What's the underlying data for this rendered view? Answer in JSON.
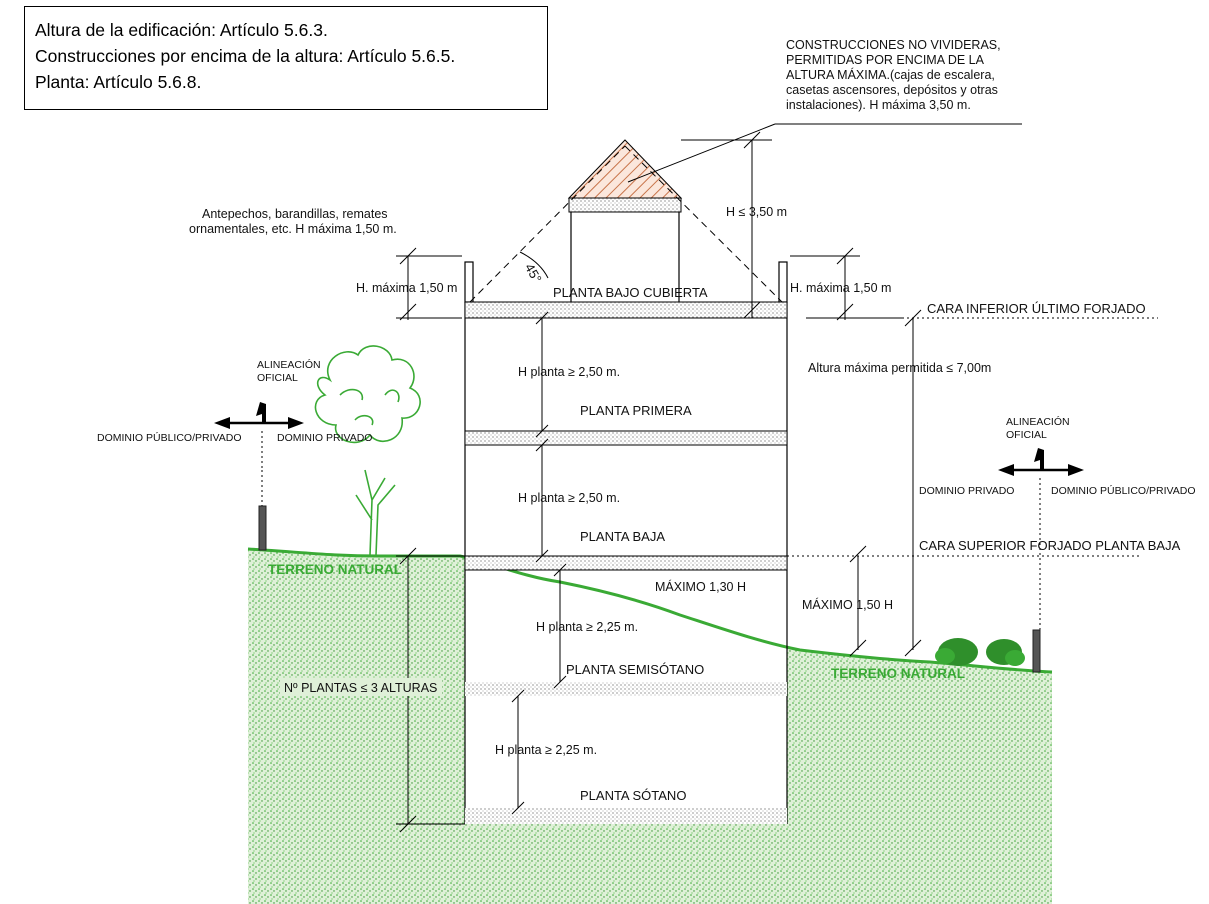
{
  "legend": {
    "line1": "Altura de la edificación: Artículo 5.6.3.",
    "line2": "Construcciones por encima de la altura: Artículo 5.6.5.",
    "line3": "Planta: Artículo 5.6.8."
  },
  "notes": {
    "roof_constructions": [
      "CONSTRUCCIONES NO VIVIDERAS,",
      "PERMITIDAS POR ENCIMA DE LA",
      "ALTURA MÁXIMA.(cajas de escalera,",
      "casetas ascensores, depósitos y otras",
      "instalaciones). H máxima 3,50 m."
    ],
    "parapets": [
      "Antepechos, barandillas, remates",
      "ornamentales, etc. H máxima 1,50 m."
    ]
  },
  "labels": {
    "angle": "45°",
    "h_roof_max": "H ≤ 3,50 m",
    "h_parapet_left": "H. máxima 1,50 m",
    "h_parapet_right": "H. máxima 1,50 m",
    "cara_inferior": "CARA INFERIOR ÚLTIMO FORJADO",
    "altura_maxima": "Altura máxima permitida ≤ 7,00m",
    "cara_superior": "CARA SUPERIOR FORJADO PLANTA BAJA",
    "maximo_130": "MÁXIMO 1,30 H",
    "maximo_150": "MÁXIMO 1,50 H",
    "n_plantas": "Nº PLANTAS ≤ 3 ALTURAS",
    "terreno_natural_left": "TERRENO NATURAL",
    "terreno_natural_right": "TERRENO NATURAL"
  },
  "floors": {
    "bajo_cubierta": "PLANTA BAJO CUBIERTA",
    "primera": "PLANTA PRIMERA",
    "baja": "PLANTA BAJA",
    "semisotano": "PLANTA SEMISÓTANO",
    "sotano": "PLANTA SÓTANO"
  },
  "heights": {
    "h_primera": "H planta ≥ 2,50 m.",
    "h_baja": "H planta ≥ 2,50 m.",
    "h_semisotano": "H planta ≥ 2,25 m.",
    "h_sotano": "H planta ≥ 2,25 m."
  },
  "alignment_left": {
    "title1": "ALINEACIÓN",
    "title2": "OFICIAL",
    "publico": "DOMINIO PÚBLICO/PRIVADO",
    "privado": "DOMINIO PRIVADO"
  },
  "alignment_right": {
    "title1": "ALINEACIÓN",
    "title2": "OFICIAL",
    "privado": "DOMINIO PRIVADO",
    "publico": "DOMINIO PÚBLICO/PRIVADO"
  },
  "colors": {
    "ground_green": "#3aaa35",
    "ground_fill": "#cfe8c6",
    "roof_hatch": "#c8744a"
  }
}
